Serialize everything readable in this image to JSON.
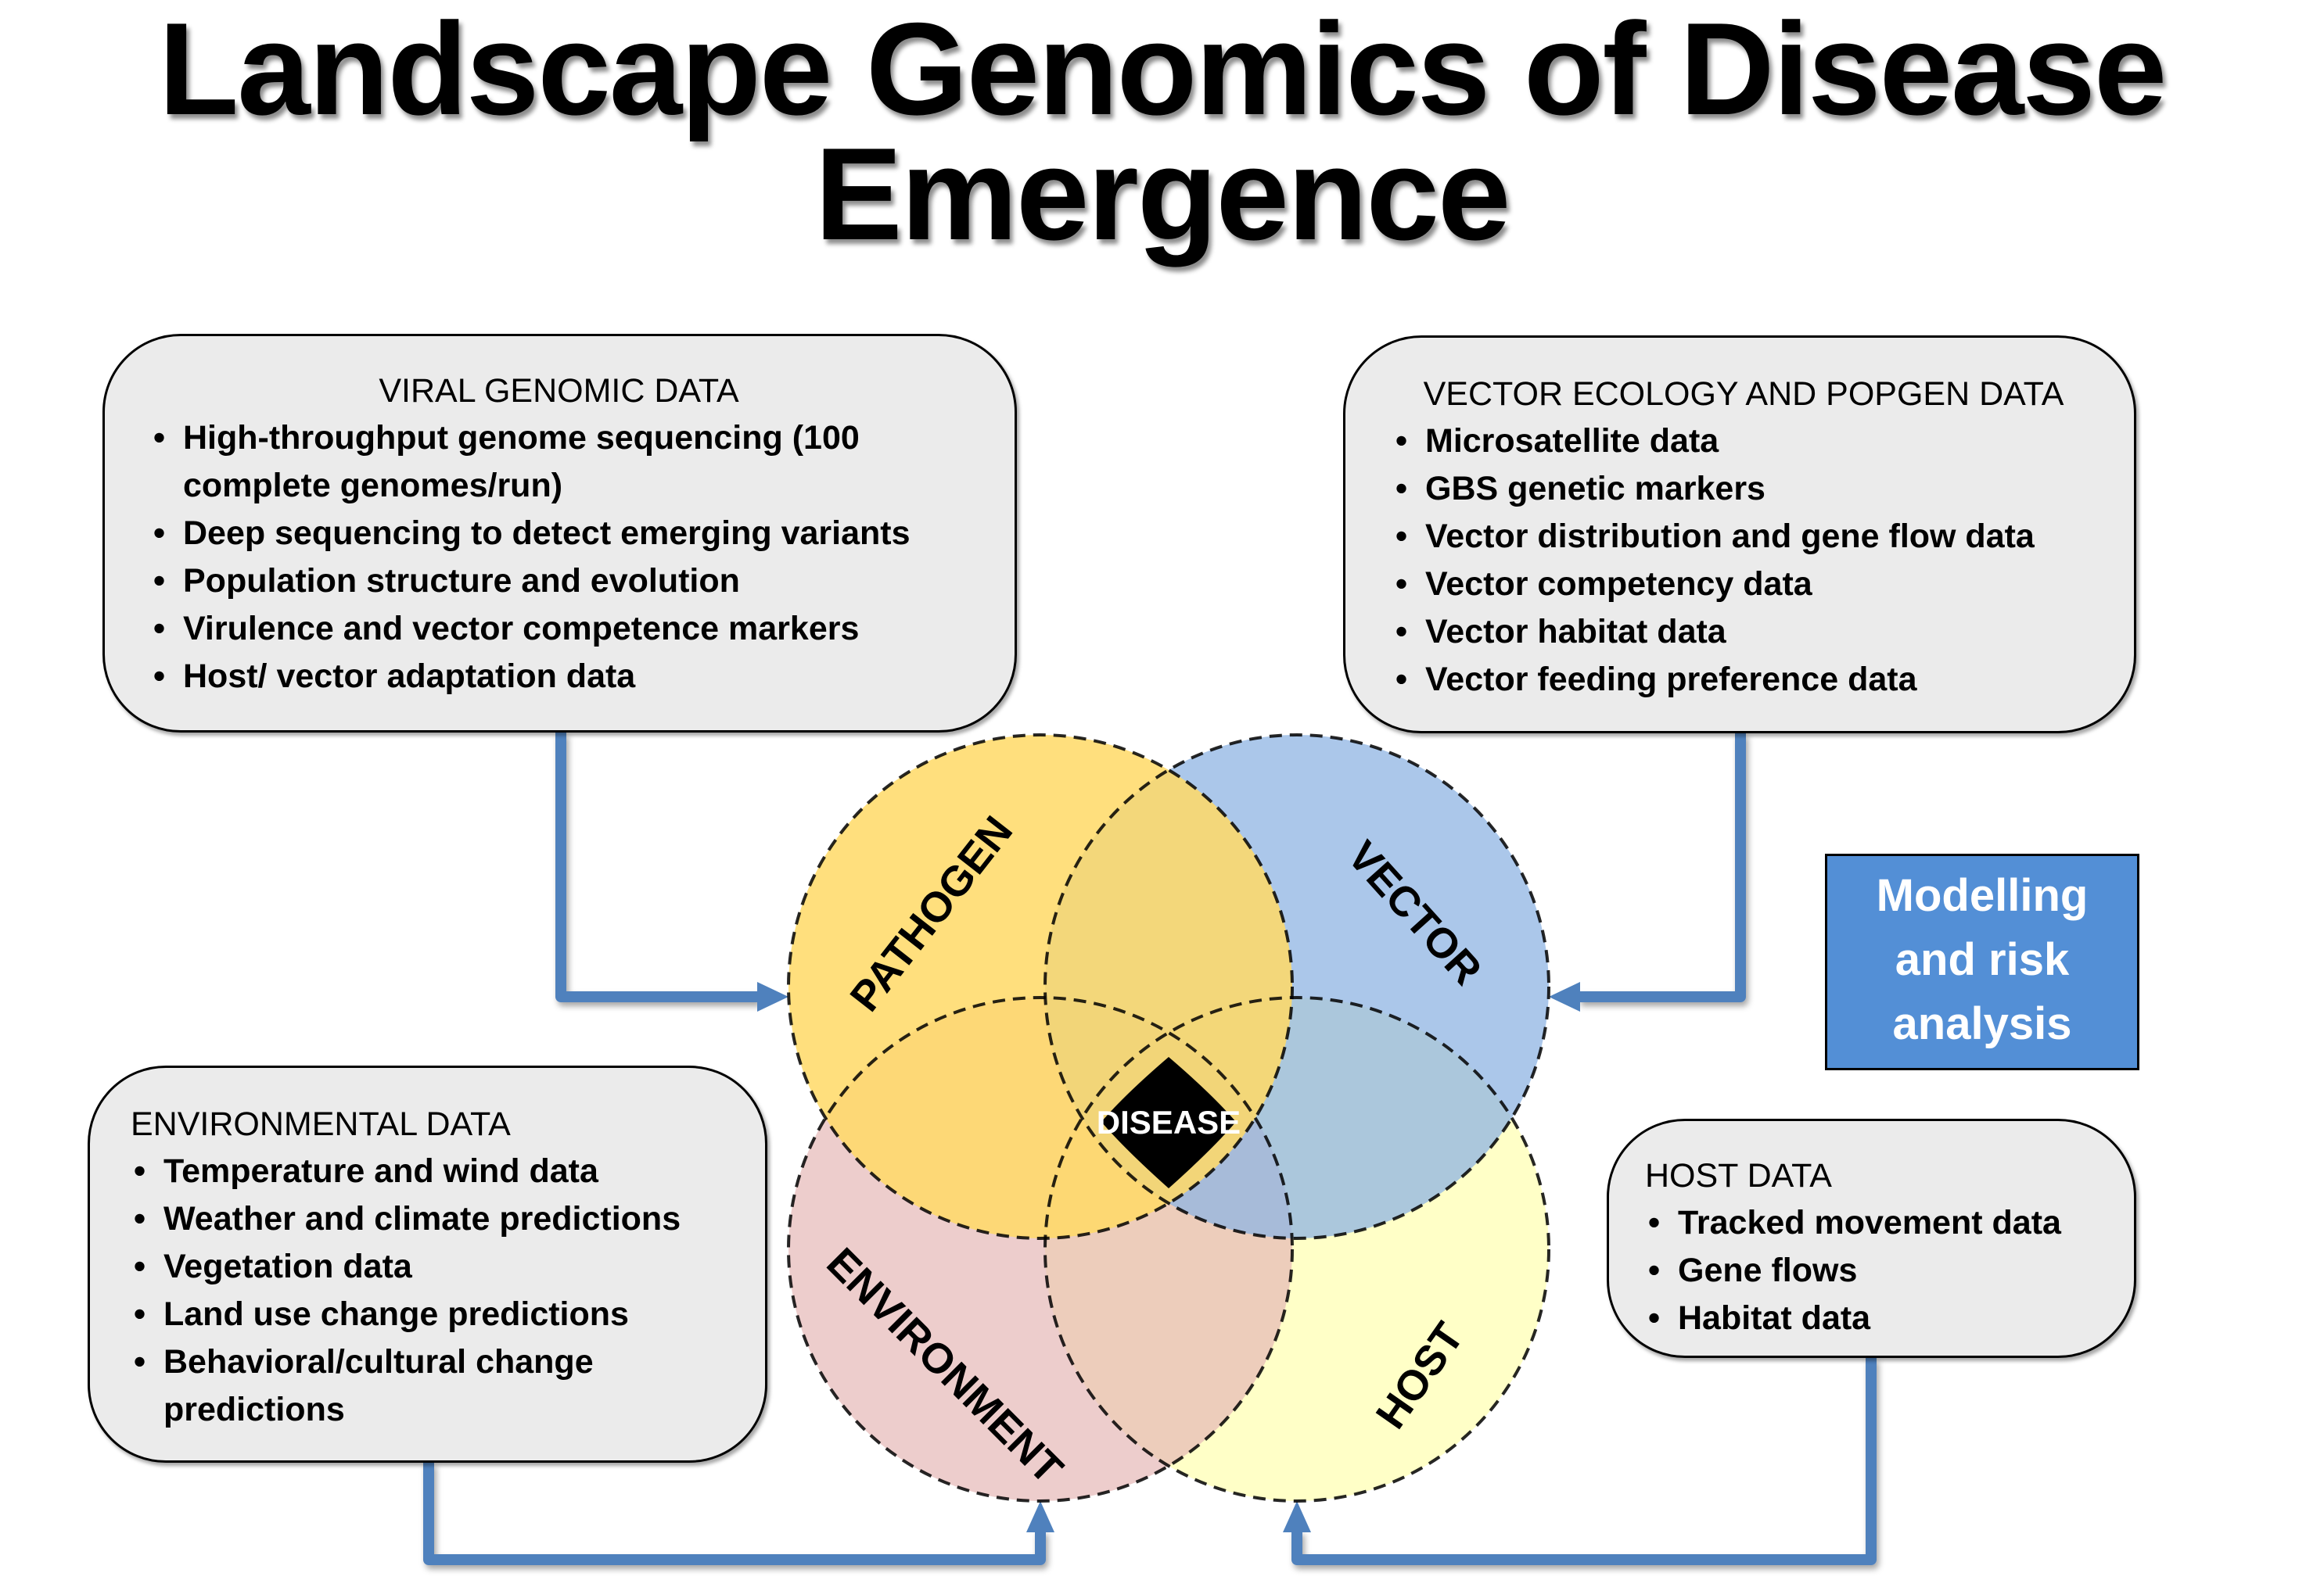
{
  "title": {
    "line1": "Landscape Genomics of Disease",
    "line2": "Emergence"
  },
  "viral_box": {
    "heading": "VIRAL GENOMIC DATA",
    "items": [
      "High-throughput genome sequencing (100 complete genomes/run)",
      "Deep sequencing to detect emerging variants",
      "Population structure and evolution",
      "Virulence and vector competence markers",
      "Host/ vector adaptation data"
    ]
  },
  "vector_box": {
    "heading": "VECTOR ECOLOGY AND POPGEN DATA",
    "items": [
      "Microsatellite data",
      "GBS genetic markers",
      "Vector distribution and gene flow data",
      "Vector competency data",
      "Vector habitat data",
      "Vector feeding preference data"
    ]
  },
  "environment_box": {
    "heading": "ENVIRONMENTAL DATA",
    "items": [
      "Temperature and wind data",
      "Weather and climate predictions",
      "Vegetation data",
      "Land use change predictions",
      "Behavioral/cultural change predictions"
    ]
  },
  "host_box": {
    "heading": "HOST DATA",
    "items": [
      "Tracked movement data",
      "Gene flows",
      "Habitat data"
    ]
  },
  "modelling_box": {
    "lines": [
      "Modelling",
      "and risk",
      "analysis"
    ]
  },
  "venn": {
    "circles": [
      {
        "key": "pathogen",
        "label": "PATHOGEN",
        "color": "#FFD966"
      },
      {
        "key": "vector",
        "label": "VECTOR",
        "color": "#8FB4E3"
      },
      {
        "key": "environment",
        "label": "ENVIRONMENT",
        "color": "#E6B8B7"
      },
      {
        "key": "host",
        "label": "HOST",
        "color": "#FFFF99"
      }
    ],
    "center_label": "DISEASE"
  },
  "colors": {
    "arrow": "#4F81BD",
    "box_fill": "#EBEBEB",
    "modelling_fill": "#538FD6"
  }
}
